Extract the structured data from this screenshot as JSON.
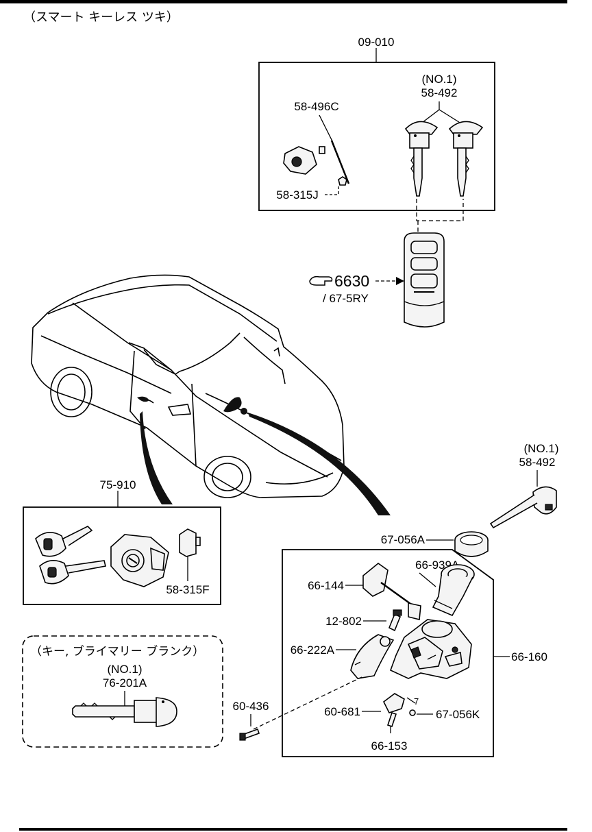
{
  "header": {
    "title": "（スマート キーレス ツキ）"
  },
  "sections": {
    "blank_key_box": {
      "title": "（キー, ブライマリー ブランク）"
    }
  },
  "callouts": {
    "kit_top": "09-010",
    "key_note_top": "(NO.1)",
    "key_top": "58-492",
    "spring_top": "58-496C",
    "cap_top": "58-315J",
    "remote_code": "6630",
    "remote_sub": "/ 67-5RY",
    "key_note_right": "(NO.1)",
    "key_right": "58-492",
    "door_kit": "75-910",
    "door_cap": "58-315F",
    "ring_a": "67-056A",
    "bracket": "66-144",
    "housing": "66-939A",
    "bolt": "12-802",
    "cover": "66-222A",
    "lock_asm": "66-160",
    "screw_left": "60-436",
    "clip": "60-681",
    "clip_screw": "67-056K",
    "clip_bolt": "66-153",
    "blank_note": "(NO.1)",
    "blank_key": "76-201A"
  },
  "icons": [
    "pointing-hand-icon"
  ]
}
